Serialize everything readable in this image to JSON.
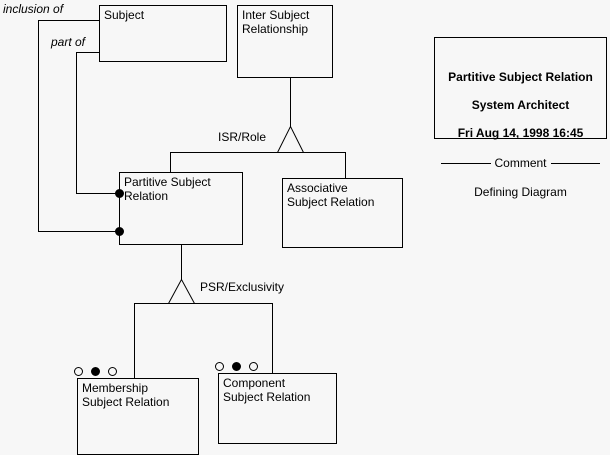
{
  "diagram": {
    "kind": "uml-class-diagram",
    "background": "#f7f7f7",
    "line_color": "#000000"
  },
  "classes": [
    {
      "id": "subject",
      "name": "Subject"
    },
    {
      "id": "isr",
      "name": "Inter Subject\nRelationship"
    },
    {
      "id": "psr",
      "name": "Partitive Subject\nRelation"
    },
    {
      "id": "asr",
      "name": "Associative\nSubject Relation"
    },
    {
      "id": "msr",
      "name": "Membership\nSubject Relation"
    },
    {
      "id": "csr",
      "name": "Component\nSubject Relation"
    }
  ],
  "association_labels": {
    "inclusion_of": "inclusion of",
    "part_of": "part of",
    "isr_role": "ISR/Role",
    "psr_exclusivity": "PSR/Exclusivity"
  },
  "title_block": {
    "line1": "Partitive Subject Relation",
    "line2": "System Architect",
    "line3": "Fri Aug 14, 1998  16:45",
    "divider_label": "Comment",
    "comment": "Defining Diagram"
  }
}
